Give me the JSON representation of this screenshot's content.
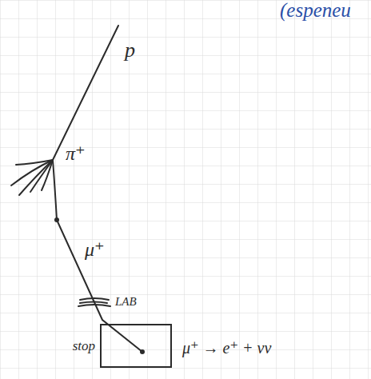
{
  "diagram": {
    "nodes": [
      {
        "text": [
          "stop"
        ]
      }
    ],
    "labels": [
      "(espeneu",
      "p",
      "π⁺",
      "μ⁺",
      "LAB",
      "μ⁺ → e⁺ + νν"
    ]
  }
}
